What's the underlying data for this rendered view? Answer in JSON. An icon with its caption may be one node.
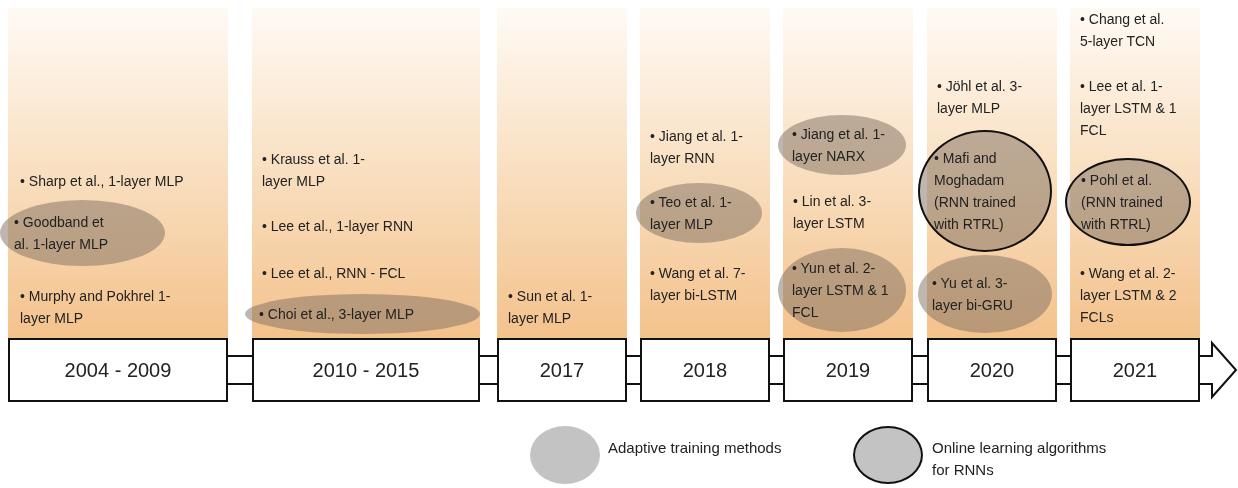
{
  "diagram": {
    "nodes": [
      {
        "text": [
          "2004 - 2009"
        ]
      },
      {
        "text": [
          "2010 - 2015"
        ]
      },
      {
        "text": [
          "2017"
        ]
      },
      {
        "text": [
          "2018"
        ]
      },
      {
        "text": [
          "2019"
        ]
      },
      {
        "text": [
          "2020"
        ]
      },
      {
        "text": [
          "2021"
        ]
      },
      {
        "text": [
          "• Goodband et al. 1-layer MLP"
        ]
      },
      {
        "text": [
          "• Choi et al., 3-layer MLP"
        ]
      },
      {
        "text": [
          "• Teo et al. 1-layer MLP"
        ]
      },
      {
        "text": [
          "• Jiang et al. 1-layer NARX"
        ]
      },
      {
        "text": [
          "• Yun et al. 2-layer LSTM & 1 FCL"
        ]
      },
      {
        "text": [
          "• Mafi and Moghadam (RNN trained with RTRL)"
        ]
      },
      {
        "text": [
          "• Yu et al. 3-layer bi-GRU"
        ]
      },
      {
        "text": [
          "• Pohl et al. (RNN trained with RTRL)"
        ]
      }
    ],
    "edges": [
      {
        "from": 0,
        "to": 1,
        "arrow": "none"
      },
      {
        "from": 1,
        "to": 2,
        "arrow": "none"
      },
      {
        "from": 2,
        "to": 3,
        "arrow": "none"
      },
      {
        "from": 3,
        "to": 4,
        "arrow": "none"
      },
      {
        "from": 4,
        "to": 5,
        "arrow": "none"
      },
      {
        "from": 5,
        "to": 6,
        "arrow": "none"
      },
      {
        "from": 6,
        "to": null,
        "arrow": "to"
      }
    ],
    "labels": [
      "• Sharp et al., 1-layer MLP",
      "• Murphy and Pokhrel 1-layer MLP",
      "• Krauss et al. 1-layer MLP",
      "• Lee et al., 1-layer RNN",
      "• Lee et al., RNN - FCL",
      "• Sun et al. 1-layer MLP",
      "• Jiang et al. 1-layer RNN",
      "• Wang et al. 7-layer bi-LSTM",
      "• Lin et al. 3-layer LSTM",
      "• Jöhl et al. 3-layer MLP",
      "• Chang et al. 5-layer TCN",
      "• Lee et al. 1-layer LSTM & 1 FCL",
      "• Wang et al. 2-layer LSTM & 2 FCLs"
    ],
    "legend": [
      {
        "text": "Adaptive training methods"
      },
      {
        "text": "Online learning algorithms for RNNs"
      }
    ]
  }
}
